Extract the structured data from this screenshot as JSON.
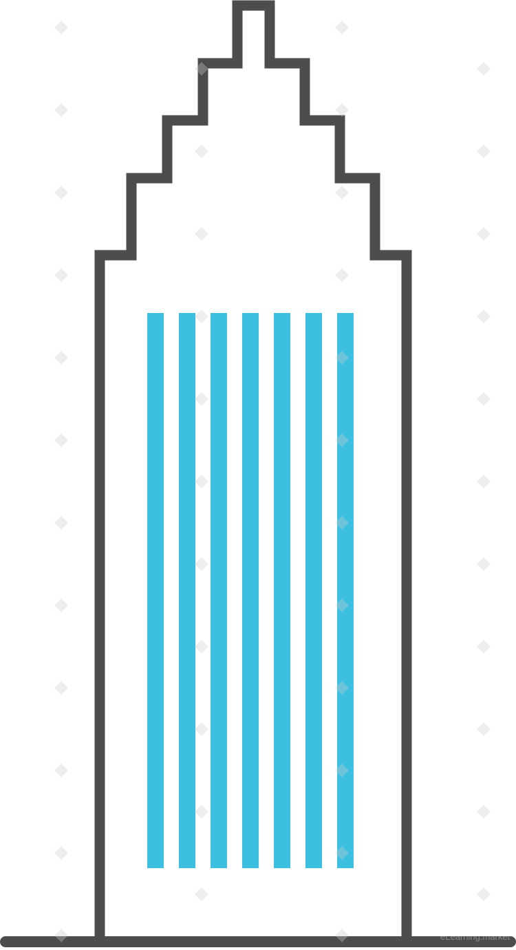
{
  "illustration": {
    "subject": "skyscraper-outline-icon",
    "window_strip_count": 7,
    "colors": {
      "background": "#ffffff",
      "outline": "#4d4d4d",
      "windows": "#3dbfe0",
      "watermark": "#cccccc"
    }
  },
  "watermark": {
    "text": "eLearning.market",
    "opacity": 0.35
  }
}
